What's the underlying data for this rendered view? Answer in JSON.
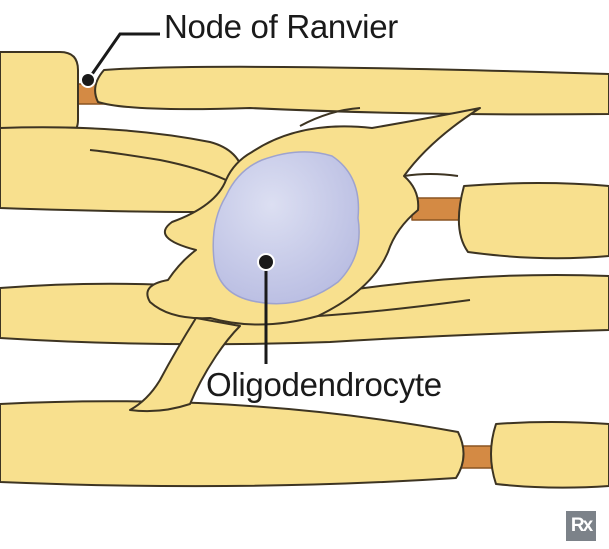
{
  "labels": {
    "node_of_ranvier": "Node of Ranvier",
    "oligodendrocyte": "Oligodendrocyte"
  },
  "logo": {
    "text": "Rx"
  },
  "colors": {
    "myelin_fill": "#f8e08e",
    "myelin_outline": "#3d3422",
    "node_fill": "#d48a44",
    "nucleus_fill": "#c2c6e6",
    "leader_line": "#1a1a1a",
    "logo_bg": "#7c8289"
  }
}
